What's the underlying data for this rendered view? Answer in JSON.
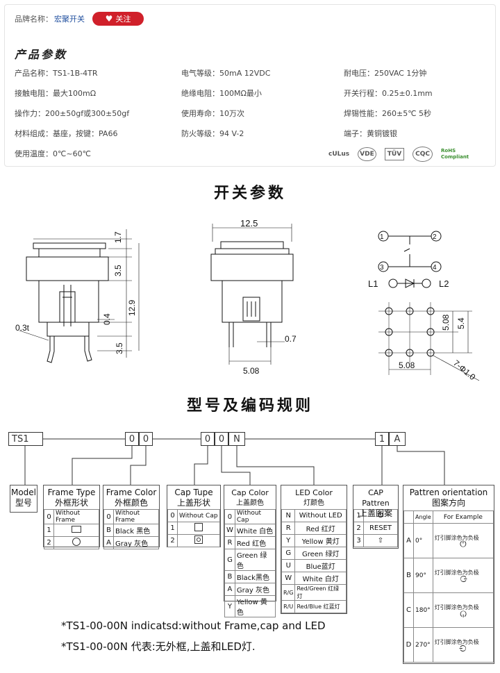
{
  "brand": {
    "label": "品牌名称：",
    "name": "宏聚开关",
    "follow": "关注"
  },
  "params_title": "产品参数",
  "params": [
    {
      "label": "产品名称：",
      "value": "TS1-1B-4TR"
    },
    {
      "label": "电气等级：",
      "value": "50mA 12VDC"
    },
    {
      "label": "耐电压：",
      "value": "250VAC 1分钟"
    },
    {
      "label": "接触电阻：",
      "value": "最大100mΩ"
    },
    {
      "label": "绝缘电阻：",
      "value": "100MΩ最小"
    },
    {
      "label": "开关行程：",
      "value": "0.25±0.1mm"
    },
    {
      "label": "操作力：",
      "value": "200±50gf或300±50gf"
    },
    {
      "label": "使用寿命：",
      "value": "10万次"
    },
    {
      "label": "焊锡性能：",
      "value": "260±5℃ 5秒"
    },
    {
      "label": "材料组成：",
      "value": "基座，按键：PA66"
    },
    {
      "label": "防火等级：",
      "value": "94 V-2"
    },
    {
      "label": "端子：",
      "value": "黄铜镀银"
    },
    {
      "label": "使用温度：",
      "value": "0℃~60℃"
    }
  ],
  "certs": [
    "cULus",
    "VDE",
    "TÜV",
    "CQC",
    "RoHS Compliant"
  ],
  "heading_switch": "开关参数",
  "heading_code": "型号及编码规则",
  "dims": {
    "top_w": "12.5",
    "h1": "1.7",
    "h2": "3.5",
    "h3": "12.9",
    "h4": "0.4",
    "h5": "3.5",
    "t": "0.3t",
    "pin_w": "0.7",
    "pitch": "5.08",
    "grid_h": "5.08",
    "grid_v": "5.4",
    "hole": "7-Φ1.0",
    "pin1": "1",
    "pin2": "2",
    "pin3": "3",
    "pin4": "4",
    "l1": "L1",
    "l2": "L2"
  },
  "code": {
    "cells": [
      "TS1",
      "0",
      "0",
      "0",
      "0",
      "N",
      "1",
      "A"
    ]
  },
  "boxes": {
    "model": {
      "title": "Model",
      "cn": "型号"
    },
    "frame_type": {
      "title": "Frame Type",
      "cn": "外框形状",
      "rows": [
        [
          "0",
          "Without Frame"
        ],
        [
          "1",
          ""
        ],
        [
          "2",
          ""
        ]
      ]
    },
    "frame_color": {
      "title": "Frame Color",
      "cn": "外框颜色",
      "rows": [
        [
          "0",
          "Without Frame"
        ],
        [
          "B",
          "Black 黑色"
        ],
        [
          "A",
          "Gray 灰色"
        ]
      ]
    },
    "cap_type": {
      "title": "Cap Tupe",
      "cn": "上盖形状",
      "rows": [
        [
          "0",
          "Without Cap"
        ],
        [
          "1",
          ""
        ],
        [
          "2",
          ""
        ]
      ]
    },
    "cap_color": {
      "title": "Cap Color",
      "cn": "上盖颜色",
      "rows": [
        [
          "0",
          "Without Cap"
        ],
        [
          "W",
          "White 白色"
        ],
        [
          "R",
          "Red 红色"
        ],
        [
          "G",
          "Green 绿色"
        ],
        [
          "B",
          "Black黑色"
        ],
        [
          "A",
          "Gray 灰色"
        ],
        [
          "Y",
          "Yellow 黄色"
        ]
      ]
    },
    "led_color": {
      "title": "LED Color",
      "cn": "灯颜色",
      "rows": [
        [
          "N",
          "Without LED"
        ],
        [
          "R",
          "Red 红灯"
        ],
        [
          "Y",
          "Yellow 黄灯"
        ],
        [
          "G",
          "Green 绿灯"
        ],
        [
          "U",
          "Blue蓝灯"
        ],
        [
          "W",
          "White 白灯"
        ],
        [
          "R/G",
          "Red/Green 红绿灯"
        ],
        [
          "R/U",
          "Red/Blue 红蓝灯"
        ]
      ]
    },
    "cap_pattern": {
      "title": "CAP Pattren",
      "cn": "上盖图案",
      "rows": [
        [
          "1",
          "⏻"
        ],
        [
          "2",
          "RESET"
        ],
        [
          "3",
          "⇧"
        ]
      ]
    },
    "orientation": {
      "title": "Pattren orientation",
      "cn": "图案方向",
      "col_angle": "Angle",
      "col_example": "For  Example",
      "rows": [
        [
          "A",
          "0°"
        ],
        [
          "B",
          "90°"
        ],
        [
          "C",
          "180°"
        ],
        [
          "D",
          "270°"
        ]
      ],
      "note": "灯引脚涂色为负极"
    }
  },
  "notes": [
    "*TS1-00-00N indicatsd:without Frame,cap and LED",
    "*TS1-00-00N 代表:无外框,上盖和LED灯."
  ]
}
